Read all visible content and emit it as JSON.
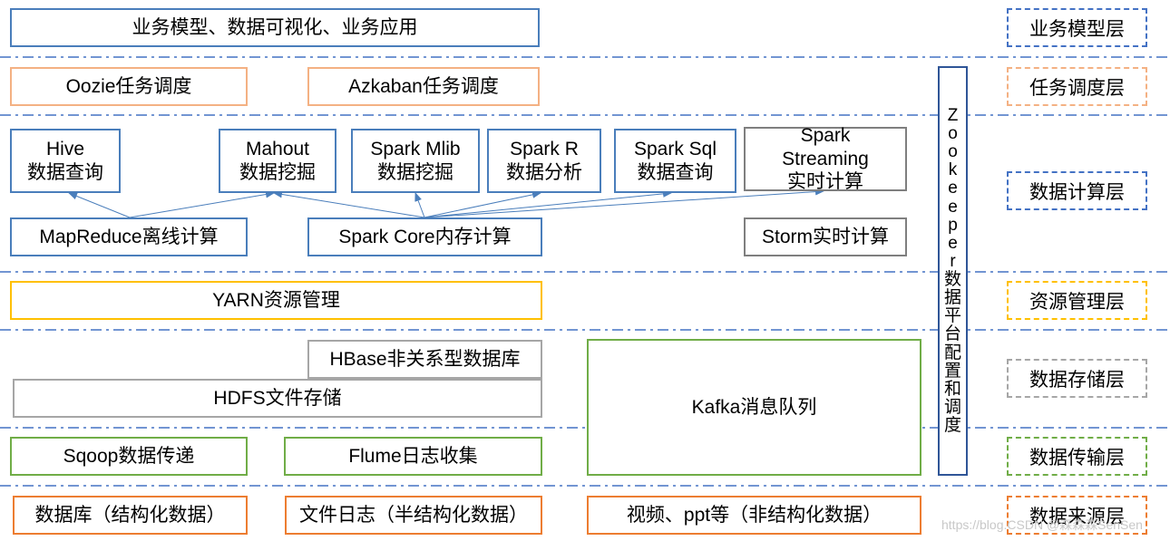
{
  "diagram": {
    "rows": {
      "business": {
        "main": "业务模型、数据可视化、业务应用",
        "layer": "业务模型层"
      },
      "scheduling": {
        "oozie": "Oozie任务调度",
        "azkaban": "Azkaban任务调度",
        "layer": "任务调度层"
      },
      "compute": {
        "hive": [
          "Hive",
          "数据查询"
        ],
        "mahout": [
          "Mahout",
          "数据挖掘"
        ],
        "spark_mlib": [
          "Spark Mlib",
          "数据挖掘"
        ],
        "spark_r": [
          "Spark R",
          "数据分析"
        ],
        "spark_sql": [
          "Spark Sql",
          "数据查询"
        ],
        "spark_streaming": [
          "Spark",
          "Streaming",
          "实时计算"
        ],
        "mapreduce": "MapReduce离线计算",
        "spark_core": "Spark Core内存计算",
        "storm": "Storm实时计算",
        "layer": "数据计算层"
      },
      "resource": {
        "yarn": "YARN资源管理",
        "layer": "资源管理层"
      },
      "storage": {
        "hbase": "HBase非关系型数据库",
        "hdfs": "HDFS文件存储",
        "kafka": "Kafka消息队列",
        "layer": "数据存储层"
      },
      "transport": {
        "sqoop": "Sqoop数据传递",
        "flume": "Flume日志收集",
        "layer": "数据传输层"
      },
      "sources": {
        "database": "数据库（结构化数据）",
        "file_log": "文件日志（半结构化数据）",
        "video": "视频、ppt等（非结构化数据）",
        "layer": "数据来源层"
      }
    },
    "zookeeper": [
      "Z",
      "o",
      "o",
      "k",
      "e",
      "e",
      "p",
      "e",
      "r",
      "数",
      "据",
      "平",
      "台",
      "配",
      "置",
      "和",
      "调",
      "度"
    ],
    "watermark": "https://blog.CSDN @森森森SenSen",
    "colors": {
      "blue": "#4a7ebb",
      "orange": "#f4b183",
      "yellow": "#ffc000",
      "gray": "#a6a6a6",
      "green": "#70ad47",
      "dark_orange": "#ed7d31",
      "separator": "#4472c4",
      "zookeeper_border": "#2f5597"
    }
  }
}
